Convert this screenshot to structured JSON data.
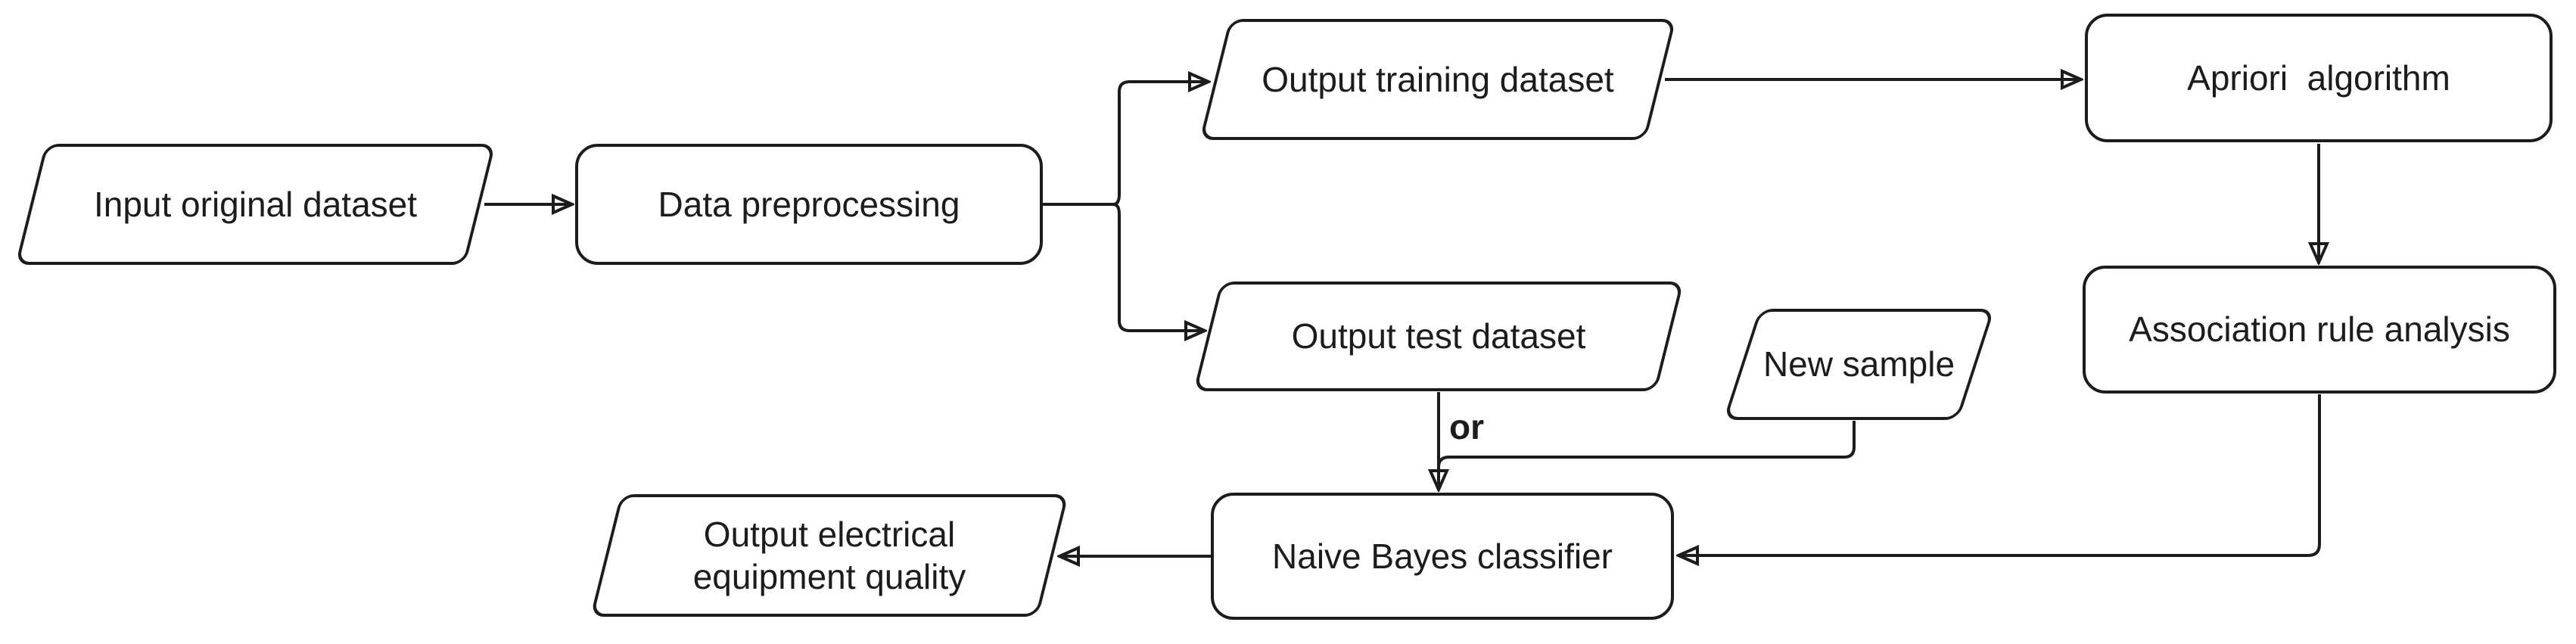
{
  "diagram": {
    "background_color": "#ffffff",
    "line_color": "#1c1c1c",
    "text_color": "#1c1c1c",
    "nodes": [
      {
        "id": "input-original-dataset",
        "label": "Input original dataset",
        "shape": "parallelogram"
      },
      {
        "id": "data-preprocessing",
        "label": "Data preprocessing",
        "shape": "rounded-rectangle"
      },
      {
        "id": "output-training-dataset",
        "label": "Output training dataset",
        "shape": "parallelogram"
      },
      {
        "id": "apriori-algorithm",
        "label": "Apriori  algorithm",
        "shape": "rounded-rectangle"
      },
      {
        "id": "output-test-dataset",
        "label": "Output test dataset",
        "shape": "parallelogram"
      },
      {
        "id": "new-sample",
        "label": "New sample",
        "shape": "parallelogram"
      },
      {
        "id": "association-rule-analysis",
        "label": "Association rule analysis",
        "shape": "rounded-rectangle"
      },
      {
        "id": "naive-bayes-classifier",
        "label": "Naive Bayes classifier",
        "shape": "rounded-rectangle"
      },
      {
        "id": "output-electrical-equipment-quality",
        "label": "Output electrical equipment quality",
        "shape": "parallelogram"
      }
    ],
    "edges": [
      {
        "from": "input-original-dataset",
        "to": "data-preprocessing",
        "label": ""
      },
      {
        "from": "data-preprocessing",
        "to": "output-training-dataset",
        "label": ""
      },
      {
        "from": "data-preprocessing",
        "to": "output-test-dataset",
        "label": ""
      },
      {
        "from": "output-training-dataset",
        "to": "apriori-algorithm",
        "label": ""
      },
      {
        "from": "apriori-algorithm",
        "to": "association-rule-analysis",
        "label": ""
      },
      {
        "from": "association-rule-analysis",
        "to": "naive-bayes-classifier",
        "label": ""
      },
      {
        "from": "output-test-dataset",
        "to": "naive-bayes-classifier",
        "label": "or"
      },
      {
        "from": "new-sample",
        "to": "naive-bayes-classifier",
        "label": ""
      },
      {
        "from": "naive-bayes-classifier",
        "to": "output-electrical-equipment-quality",
        "label": ""
      }
    ]
  }
}
